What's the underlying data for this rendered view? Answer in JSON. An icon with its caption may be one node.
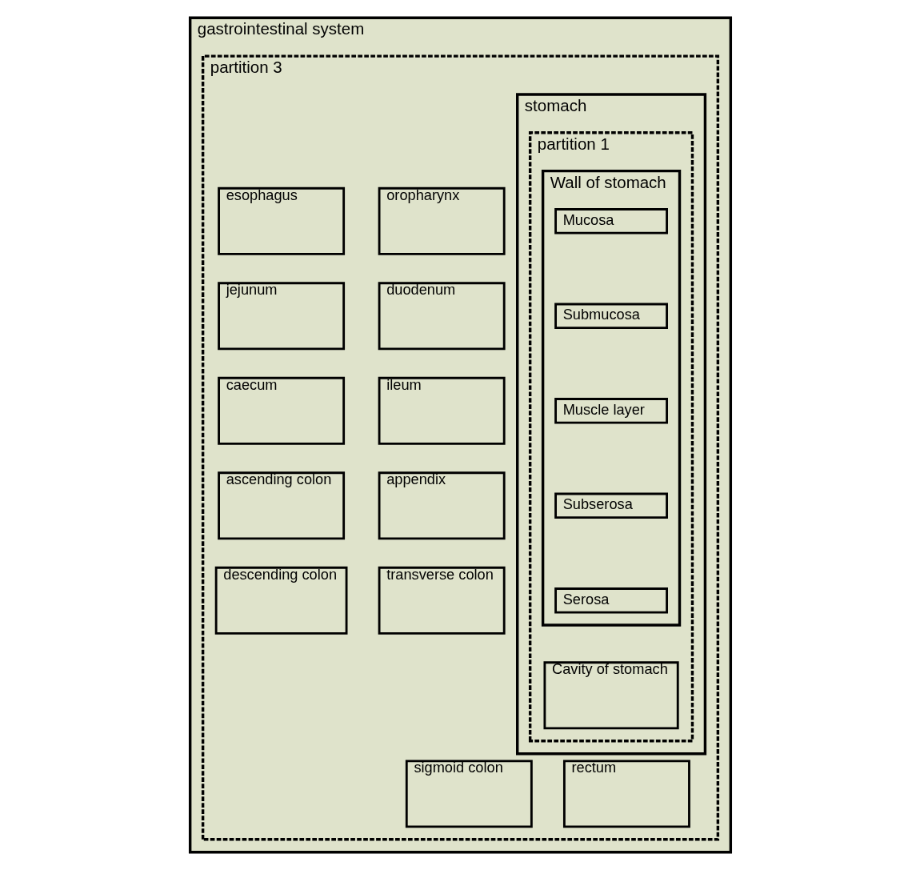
{
  "diagram": {
    "nodes": [
      {
        "text": [
          "gastrointestinal system"
        ]
      },
      {
        "text": [
          "partition 3"
        ],
        "in": 0
      },
      {
        "text": [
          "oropharynx"
        ],
        "in": 1
      },
      {
        "text": [
          "esophagus"
        ],
        "in": 1
      },
      {
        "text": [
          "stomach"
        ],
        "in": 1
      },
      {
        "text": [
          "partition 1"
        ],
        "in": 4
      },
      {
        "text": [
          "Wall of stomach"
        ],
        "in": 5
      },
      {
        "text": [
          "Mucosa"
        ],
        "in": 6
      },
      {
        "text": [
          "Submucosa"
        ],
        "in": 6
      },
      {
        "text": [
          "Muscle layer"
        ],
        "in": 6
      },
      {
        "text": [
          "Subserosa"
        ],
        "in": 6
      },
      {
        "text": [
          "Serosa"
        ],
        "in": 6
      },
      {
        "text": [
          "Cavity of stomach"
        ],
        "in": 5
      },
      {
        "text": [
          "duodenum"
        ],
        "in": 1
      },
      {
        "text": [
          "jejunum"
        ],
        "in": 1
      },
      {
        "text": [
          "ileum"
        ],
        "in": 1
      },
      {
        "text": [
          "caecum"
        ],
        "in": 1
      },
      {
        "text": [
          "appendix"
        ],
        "in": 1
      },
      {
        "text": [
          "ascending colon"
        ],
        "in": 1
      },
      {
        "text": [
          "transverse colon"
        ],
        "in": 1
      },
      {
        "text": [
          "descending colon"
        ],
        "in": 1
      },
      {
        "text": [
          "sigmoid colon"
        ],
        "in": 1
      },
      {
        "text": [
          "rectum"
        ],
        "in": 1
      }
    ],
    "edges": []
  }
}
